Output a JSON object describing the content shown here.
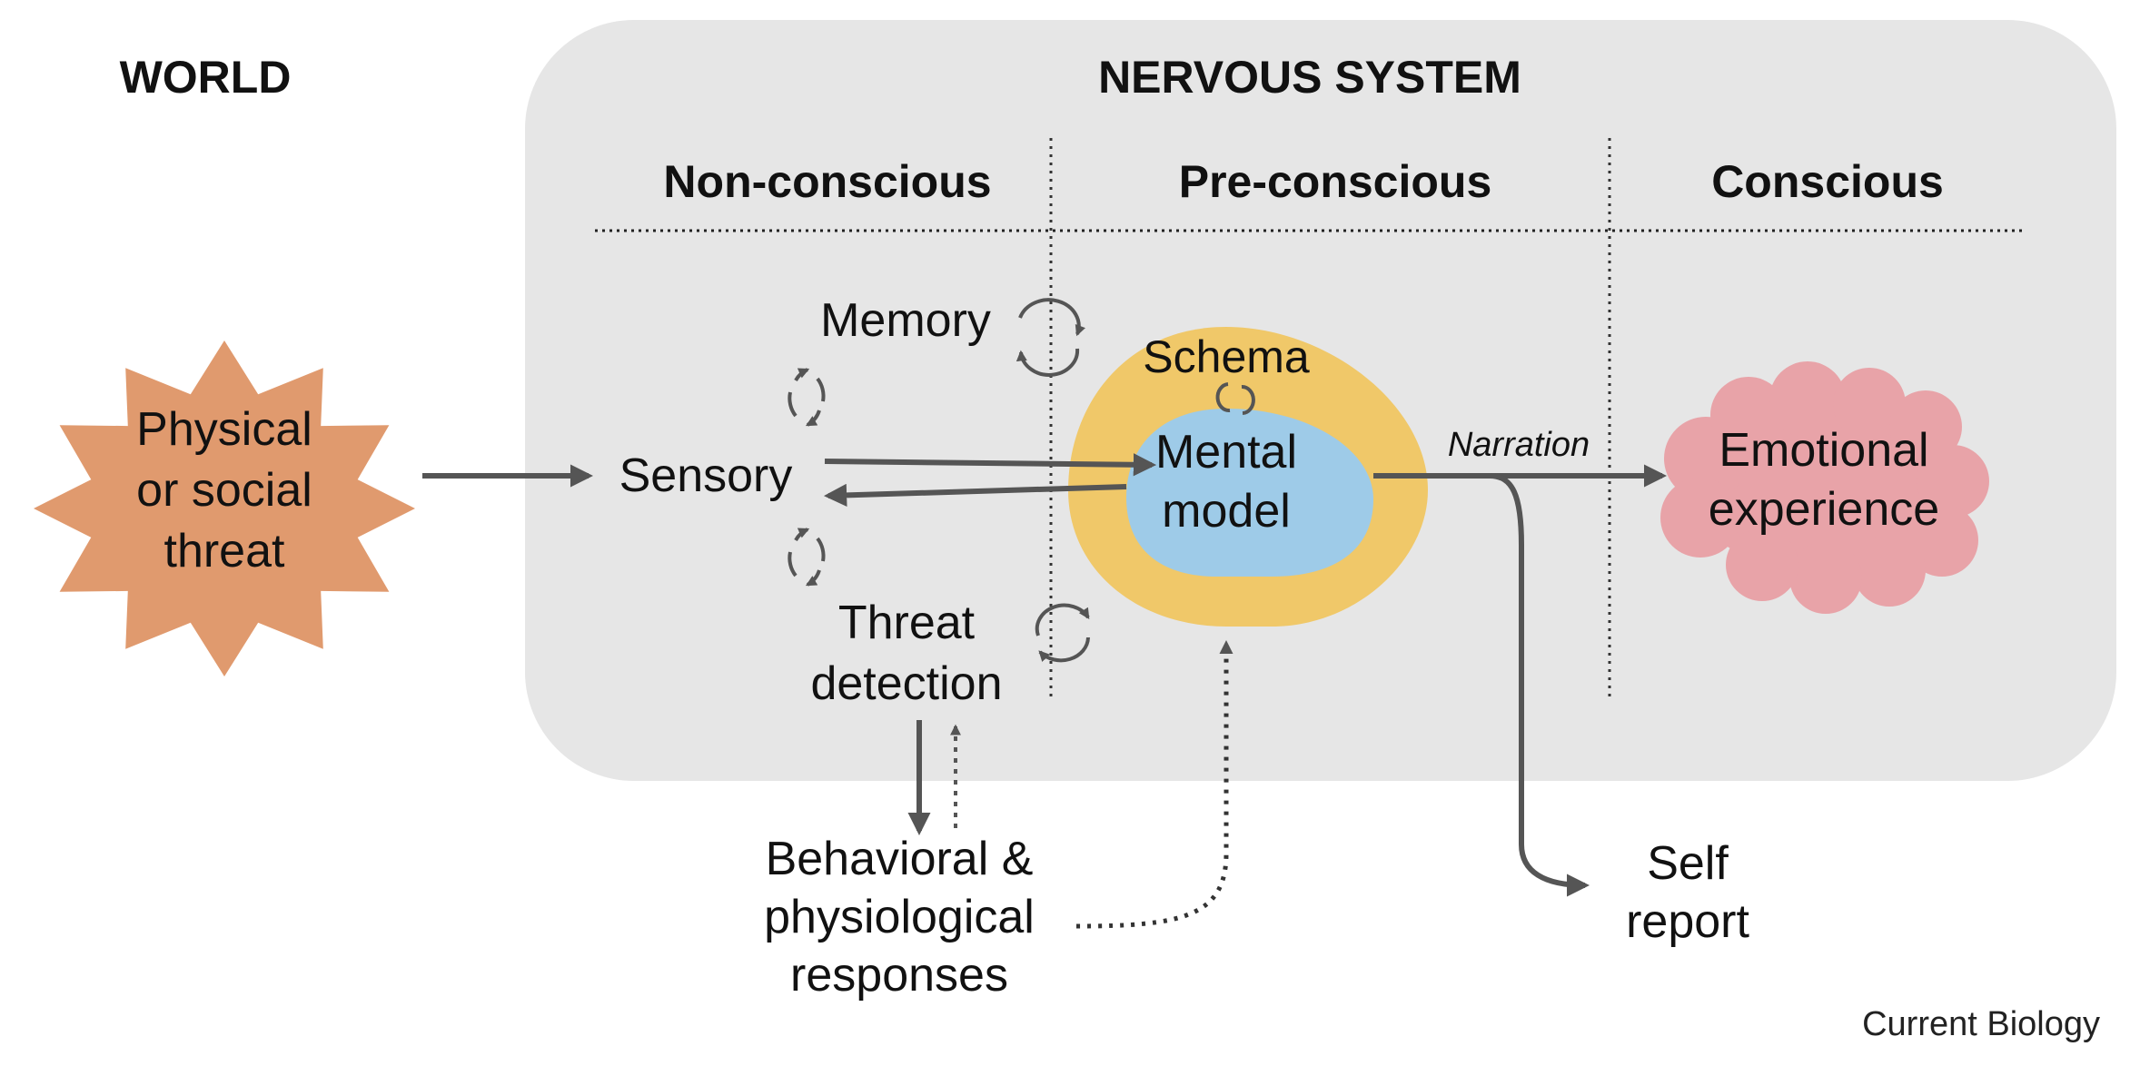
{
  "world_label": "WORLD",
  "system_label": "NERVOUS SYSTEM",
  "columns": {
    "non_conscious": "Non-conscious",
    "pre_conscious": "Pre-conscious",
    "conscious": "Conscious"
  },
  "threat": {
    "line1": "Physical",
    "line2": "or social",
    "line3": "threat"
  },
  "sensory": "Sensory",
  "memory": "Memory",
  "threat_detection": {
    "line1": "Threat",
    "line2": "detection"
  },
  "schema": "Schema",
  "mental_model": {
    "line1": "Mental",
    "line2": "model"
  },
  "narration": "Narration",
  "emotional_experience": {
    "line1": "Emotional",
    "line2": "experience"
  },
  "responses": {
    "line1": "Behavioral &",
    "line2": "physiological",
    "line3": "responses"
  },
  "self_report": {
    "line1": "Self",
    "line2": "report"
  },
  "credit": "Current Biology",
  "colors": {
    "panel": "#e6e6e6",
    "threat_burst": "#e09a6e",
    "schema_ring": "#f0c869",
    "mental_model": "#9ecbe8",
    "emotion_cloud": "#e8a3a8",
    "arrows": "#555555"
  }
}
